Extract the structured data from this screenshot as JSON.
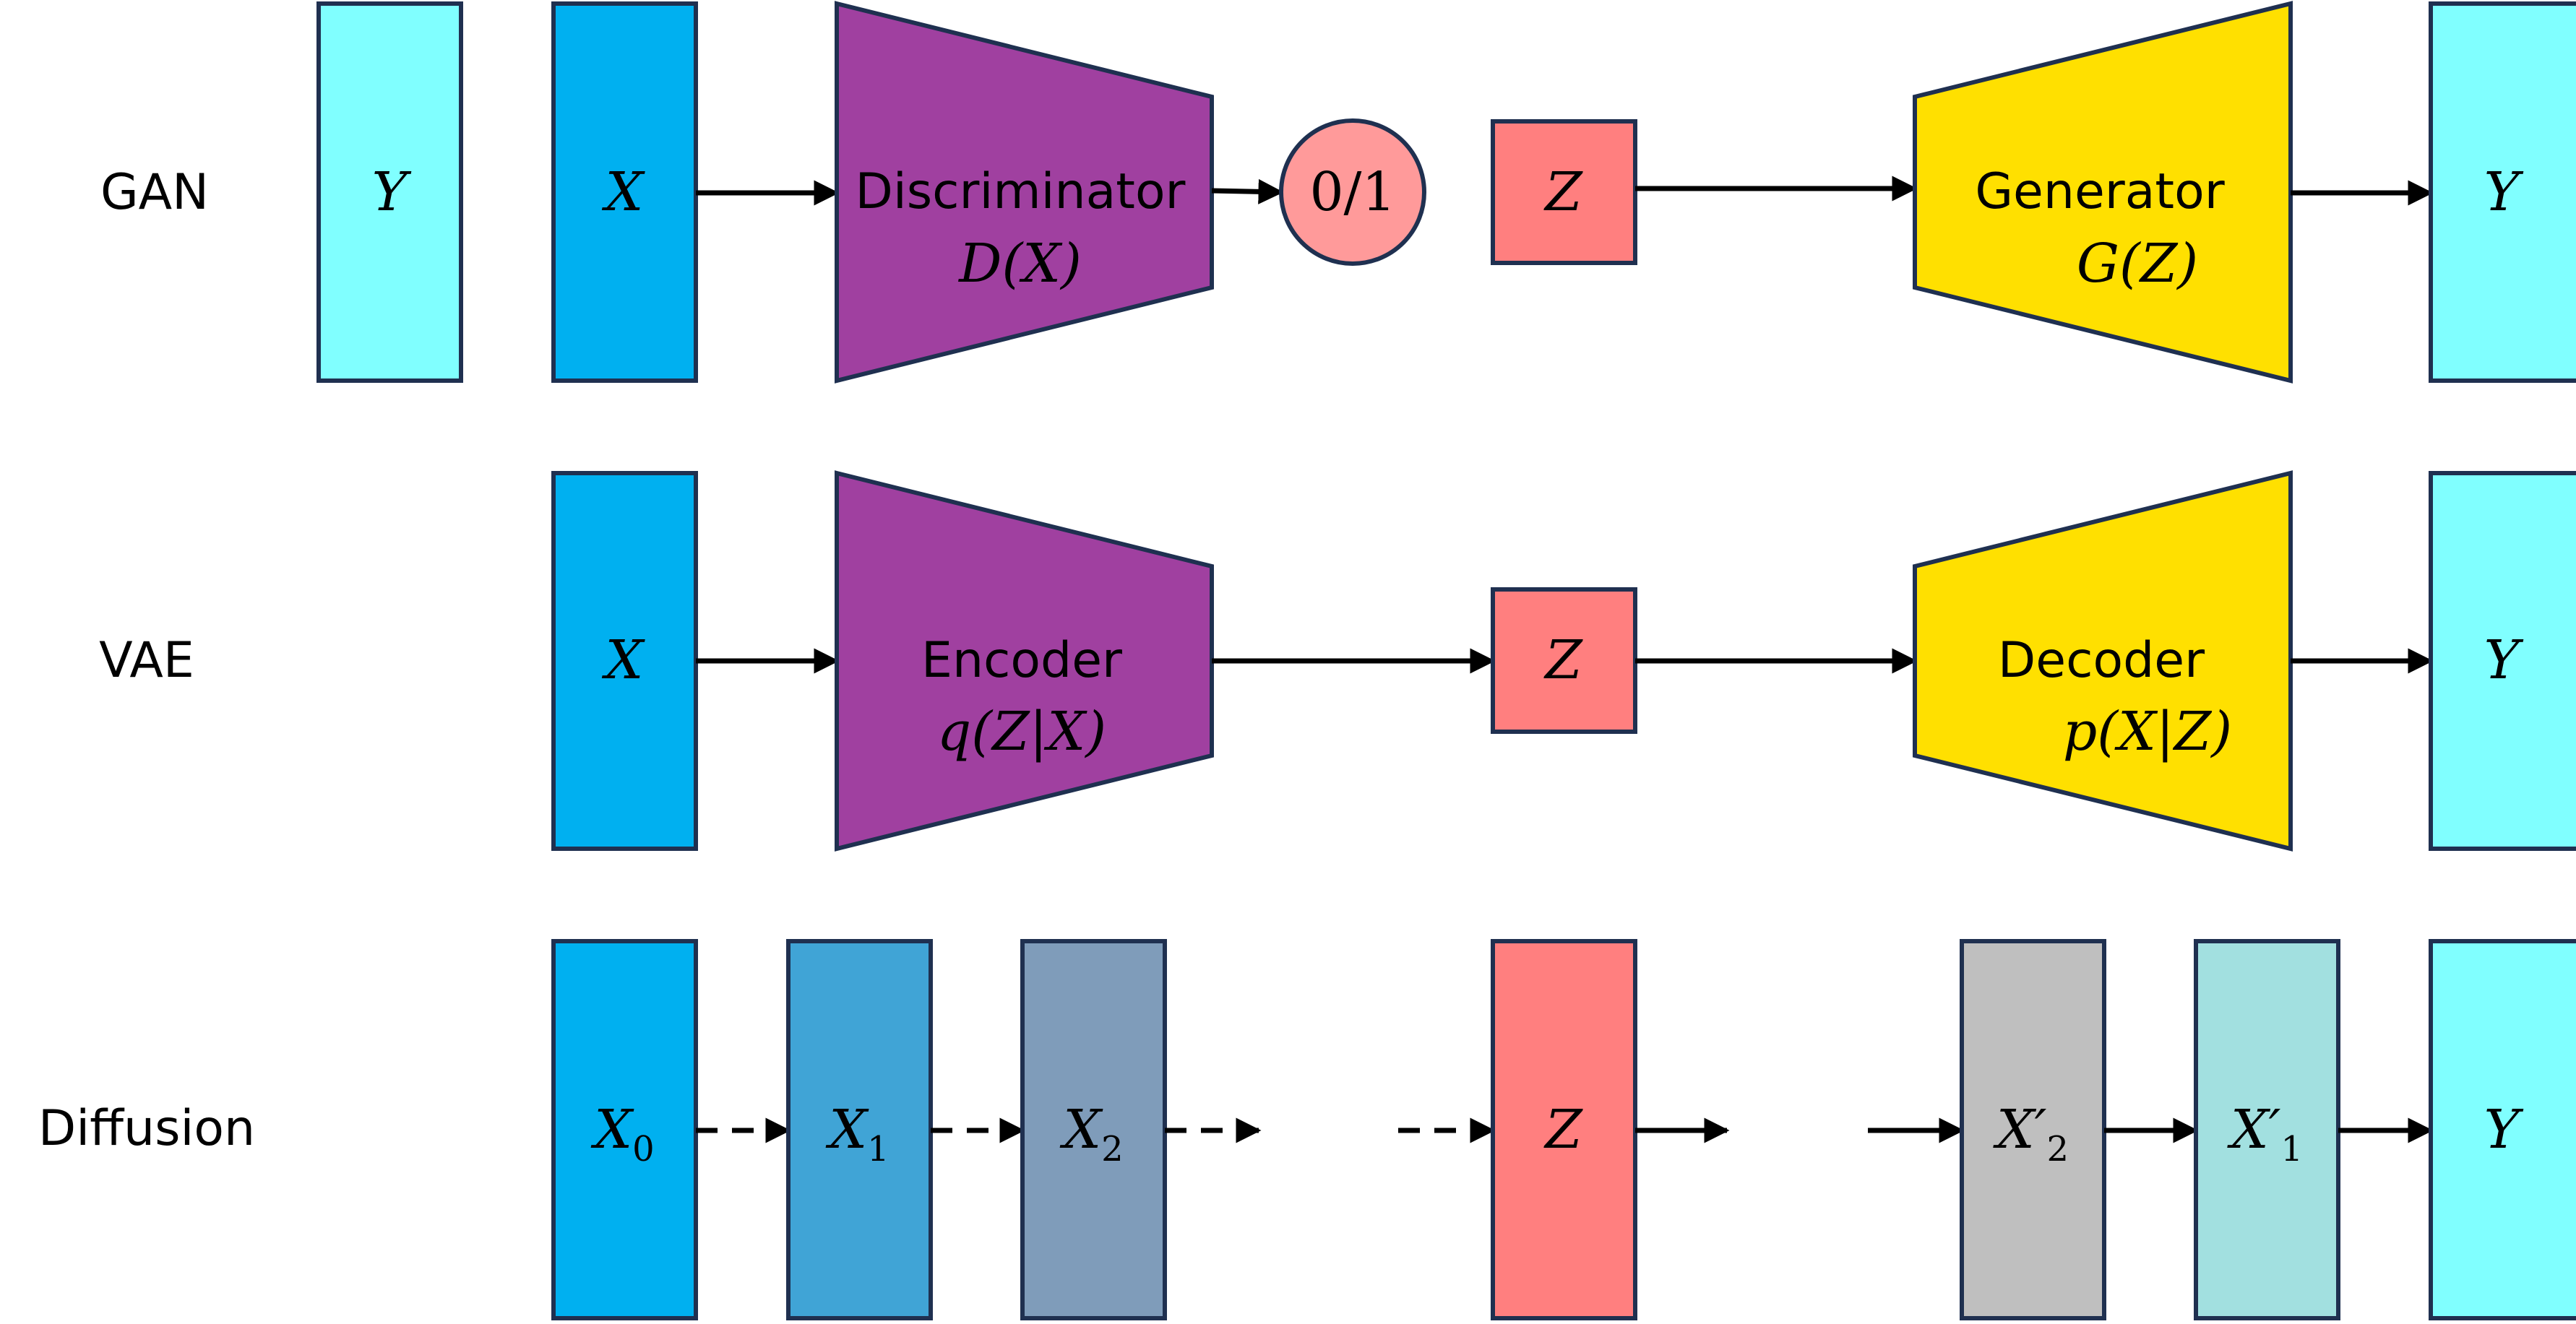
{
  "rows": {
    "gan": {
      "label": "GAN",
      "y_left": "Y",
      "x_input": "X",
      "discriminator": {
        "name": "Discriminator",
        "formula": "D(X)"
      },
      "output_circle": "0/1",
      "z": "Z",
      "generator": {
        "name": "Generator",
        "formula": "G(Z)"
      },
      "y_output": "Y"
    },
    "vae": {
      "label": "VAE",
      "x_input": "X",
      "encoder": {
        "name": "Encoder",
        "formula": "q(Z|X)"
      },
      "z": "Z",
      "decoder": {
        "name": "Decoder",
        "formula": "p(X|Z)"
      },
      "y_output": "Y"
    },
    "diffusion": {
      "label": "Diffusion",
      "x0": {
        "base": "X",
        "sub": "0"
      },
      "x1": {
        "base": "X",
        "sub": "1"
      },
      "x2": {
        "base": "X",
        "sub": "2"
      },
      "z": "Z",
      "x2_prime": {
        "base": "X′",
        "sub": "2"
      },
      "x1_prime": {
        "base": "X′",
        "sub": "1"
      },
      "y_output": "Y"
    }
  },
  "colors": {
    "light_cyan": "#80ffff",
    "blue": "#00b0f0",
    "purple": "#a040a0",
    "salmon_circle": "#ff9a9a",
    "salmon_z": "#ff7f7f",
    "yellow": "#ffe000",
    "steel_blue": "#40a4d6",
    "gray_blue": "#7f9cba",
    "light_gray": "#bfbfbf",
    "pale_teal": "#a2e0e0",
    "border": "#1f3050"
  }
}
